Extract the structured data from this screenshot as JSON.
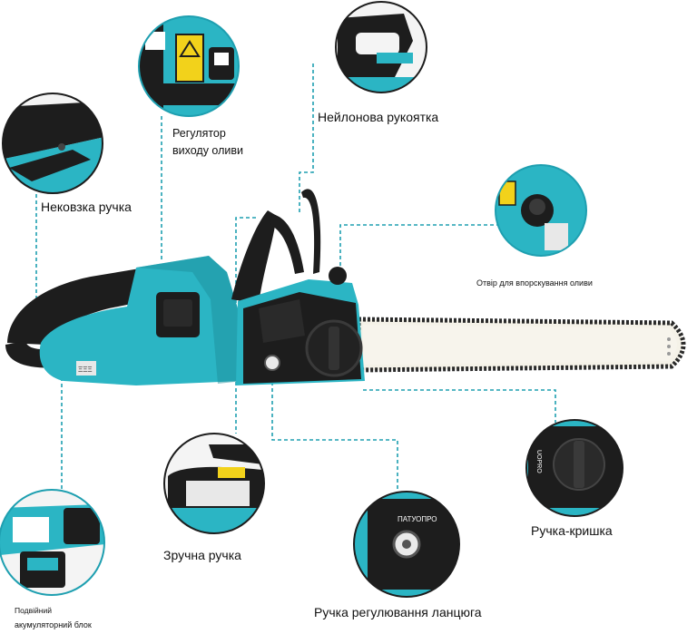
{
  "colors": {
    "body_teal": "#2bb5c4",
    "body_teal_dark": "#1e8f9c",
    "black": "#1a1a1a",
    "bar_light": "#f5f2e8",
    "leader_dash": "#1e9fb0",
    "warning_yellow": "#f2d21b"
  },
  "labels": {
    "anti_slip_handle": "Нековзка ручка",
    "oil_regulator_line1": "Регулятор",
    "oil_regulator_line2": "виходу оливи",
    "nylon_handle": "Нейлонова рукоятка",
    "oil_spray_hole": "Отвір для впорскування оливи",
    "comfortable_handle": "Зручна ручка",
    "cover_knob": "Ручка-кришка",
    "chain_adjust_knob": "Ручка регулювання ланцюга",
    "dual_battery_line1": "Подвійний",
    "dual_battery_line2": "акумуляторний блок"
  },
  "brand": {
    "logo_text": "ПАТУОПРО",
    "logo_text_rotated": "UOPRO"
  },
  "icons": {
    "warning": "warning-triangle-icon"
  }
}
